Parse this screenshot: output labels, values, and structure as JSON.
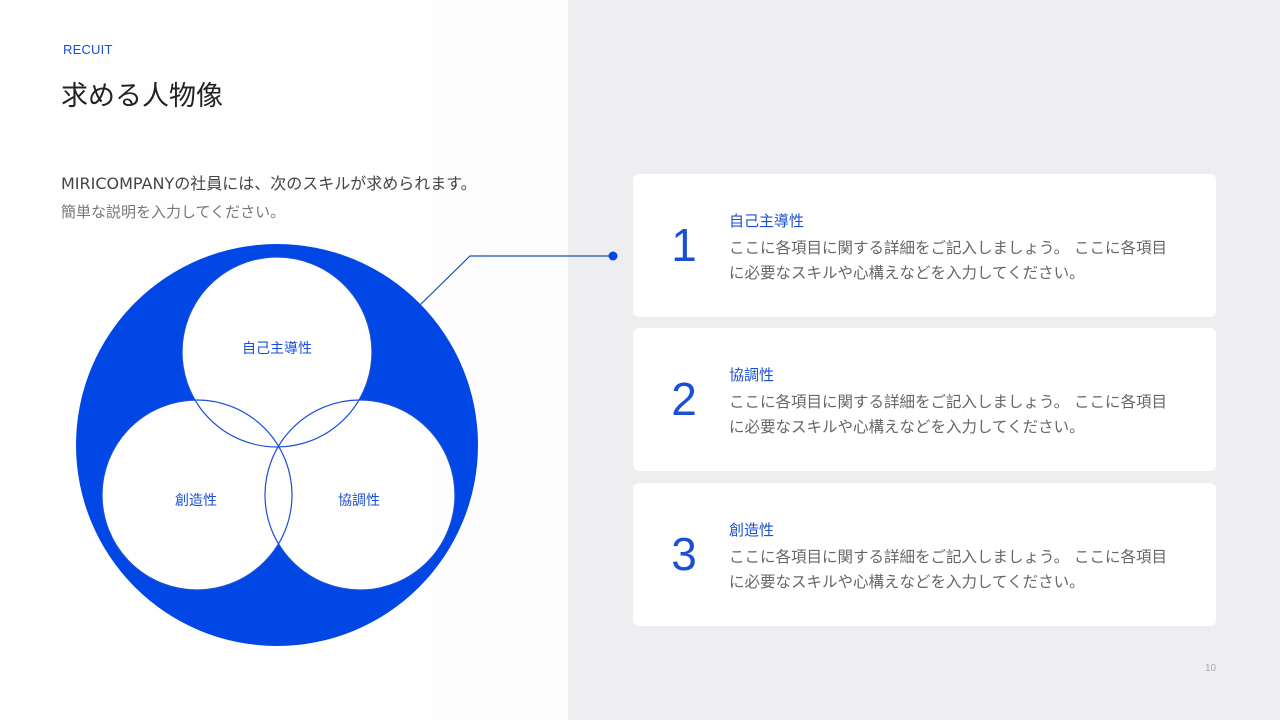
{
  "header": {
    "eyebrow": "RECUIT",
    "title": "求める人物像"
  },
  "intro": {
    "lead": "MIRICOMPANYの社員には、次のスキルが求められます。",
    "sub": "簡単な説明を入力してください。"
  },
  "venn": {
    "labels": [
      "自己主導性",
      "創造性",
      "協調性"
    ],
    "accent_color": "#0047e6"
  },
  "cards": [
    {
      "number": "1",
      "title": "自己主導性",
      "description": "ここに各項目に関する詳細をご記入しましょう。 ここに各項目に必要なスキルや心構えなどを入力してください。"
    },
    {
      "number": "2",
      "title": "協調性",
      "description": "ここに各項目に関する詳細をご記入しましょう。 ここに各項目に必要なスキルや心構えなどを入力してください。"
    },
    {
      "number": "3",
      "title": "創造性",
      "description": "ここに各項目に関する詳細をご記入しましょう。 ここに各項目に必要なスキルや心構えなどを入力してください。"
    }
  ],
  "footer": {
    "page_number": "10"
  },
  "colors": {
    "accent": "#1a4fd6",
    "venn_fill": "#0047e6",
    "right_panel_bg": "#eeeef0",
    "card_bg": "#ffffff"
  }
}
